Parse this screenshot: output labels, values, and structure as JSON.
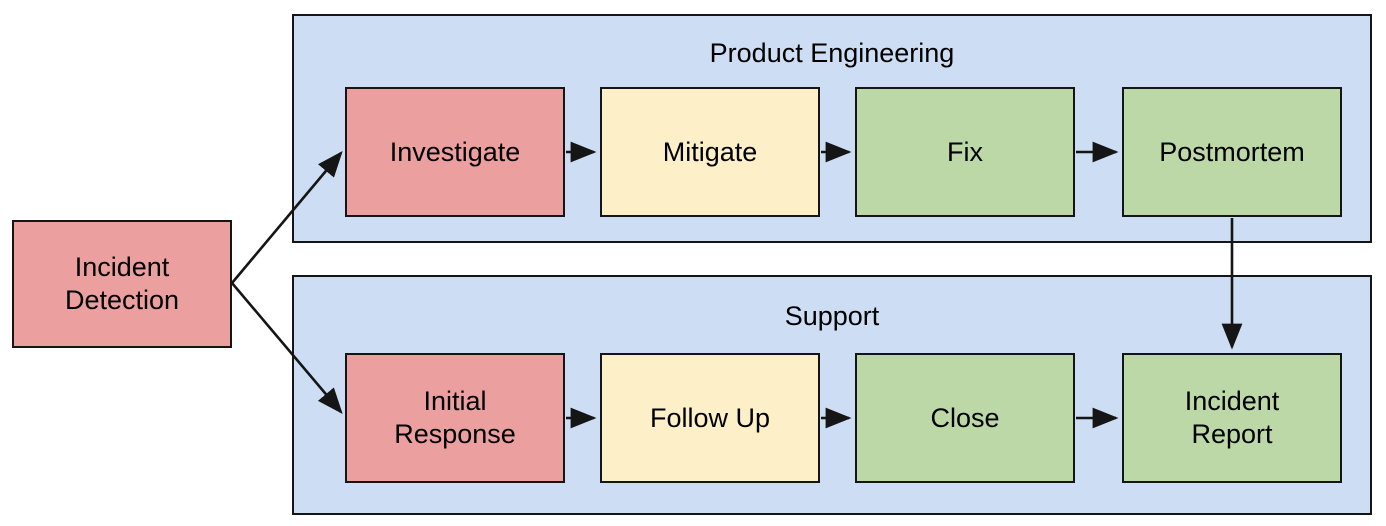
{
  "diagram": {
    "title_visible": false,
    "colors": {
      "lane_fill": "#cdddf4",
      "stroke": "#151515",
      "red_fill": "#eb9f9f",
      "yellow_fill": "#fdefc8",
      "green_fill": "#bbd8a6",
      "text": "#000000",
      "background": "#ffffff"
    },
    "start_node": {
      "label_line1": "Incident",
      "label_line2": "Detection",
      "fill": "red"
    },
    "lanes": [
      {
        "id": "product-engineering",
        "title": "Product Engineering",
        "nodes": [
          {
            "id": "investigate",
            "label_line1": "Investigate",
            "label_line2": "",
            "fill": "red"
          },
          {
            "id": "mitigate",
            "label_line1": "Mitigate",
            "label_line2": "",
            "fill": "yellow"
          },
          {
            "id": "fix",
            "label_line1": "Fix",
            "label_line2": "",
            "fill": "green"
          },
          {
            "id": "postmortem",
            "label_line1": "Postmortem",
            "label_line2": "",
            "fill": "green"
          }
        ]
      },
      {
        "id": "support",
        "title": "Support",
        "nodes": [
          {
            "id": "initial-response",
            "label_line1": "Initial",
            "label_line2": "Response",
            "fill": "red"
          },
          {
            "id": "follow-up",
            "label_line1": "Follow Up",
            "label_line2": "",
            "fill": "yellow"
          },
          {
            "id": "close",
            "label_line1": "Close",
            "label_line2": "",
            "fill": "green"
          },
          {
            "id": "incident-report",
            "label_line1": "Incident",
            "label_line2": "Report",
            "fill": "green"
          }
        ]
      }
    ],
    "edges": [
      {
        "from": "incident-detection",
        "to": "investigate",
        "label": ""
      },
      {
        "from": "incident-detection",
        "to": "initial-response",
        "label": ""
      },
      {
        "from": "investigate",
        "to": "mitigate",
        "label": ""
      },
      {
        "from": "mitigate",
        "to": "fix",
        "label": ""
      },
      {
        "from": "fix",
        "to": "postmortem",
        "label": ""
      },
      {
        "from": "initial-response",
        "to": "follow-up",
        "label": ""
      },
      {
        "from": "follow-up",
        "to": "close",
        "label": ""
      },
      {
        "from": "close",
        "to": "incident-report",
        "label": ""
      },
      {
        "from": "postmortem",
        "to": "incident-report",
        "label": ""
      }
    ]
  }
}
